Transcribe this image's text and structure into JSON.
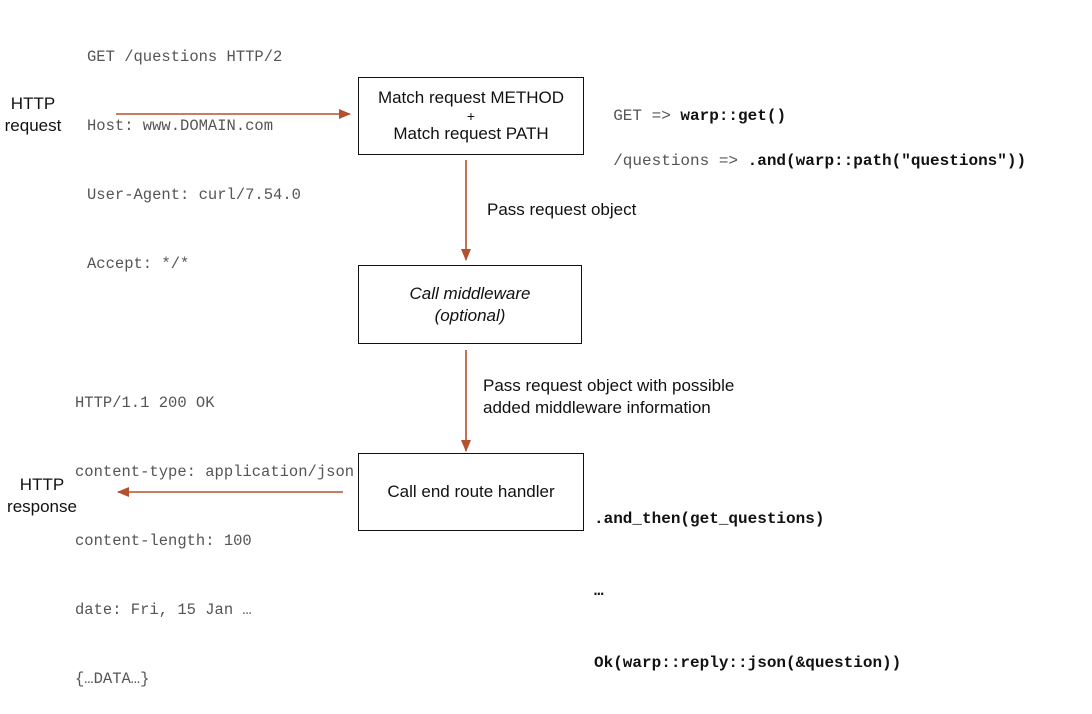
{
  "request_code": [
    "GET /questions HTTP/2",
    "Host: www.DOMAIN.com",
    "User-Agent: curl/7.54.0",
    "Accept: */*"
  ],
  "http_request_label": [
    "HTTP",
    "request"
  ],
  "match_box": {
    "line1": "Match request METHOD",
    "plus": "+",
    "line2": "Match request PATH"
  },
  "method_mapping": {
    "left": "GET => ",
    "right": "warp::get()"
  },
  "path_mapping": {
    "left": "/questions => ",
    "right": ".and(warp::path(\"questions\"))"
  },
  "pass_request_label": "Pass request object",
  "middleware_box": {
    "line1": "Call middleware",
    "line2": "(optional)"
  },
  "response_code": [
    "HTTP/1.1 200 OK",
    "content-type: application/json",
    "content-length: 100",
    "date: Fri, 15 Jan …",
    "{…DATA…}"
  ],
  "pass_with_middleware_label": [
    "Pass request object with possible",
    "added middleware information"
  ],
  "handler_box": {
    "line1": "Call end route handler"
  },
  "handler_code": [
    ".and_then(get_questions)",
    "…",
    "Ok(warp::reply::json(&question))"
  ],
  "http_response_label": [
    "HTTP",
    "response"
  ],
  "colors": {
    "arrow": "#b5502e",
    "box_border": "#111111",
    "code_gray": "#555555"
  }
}
